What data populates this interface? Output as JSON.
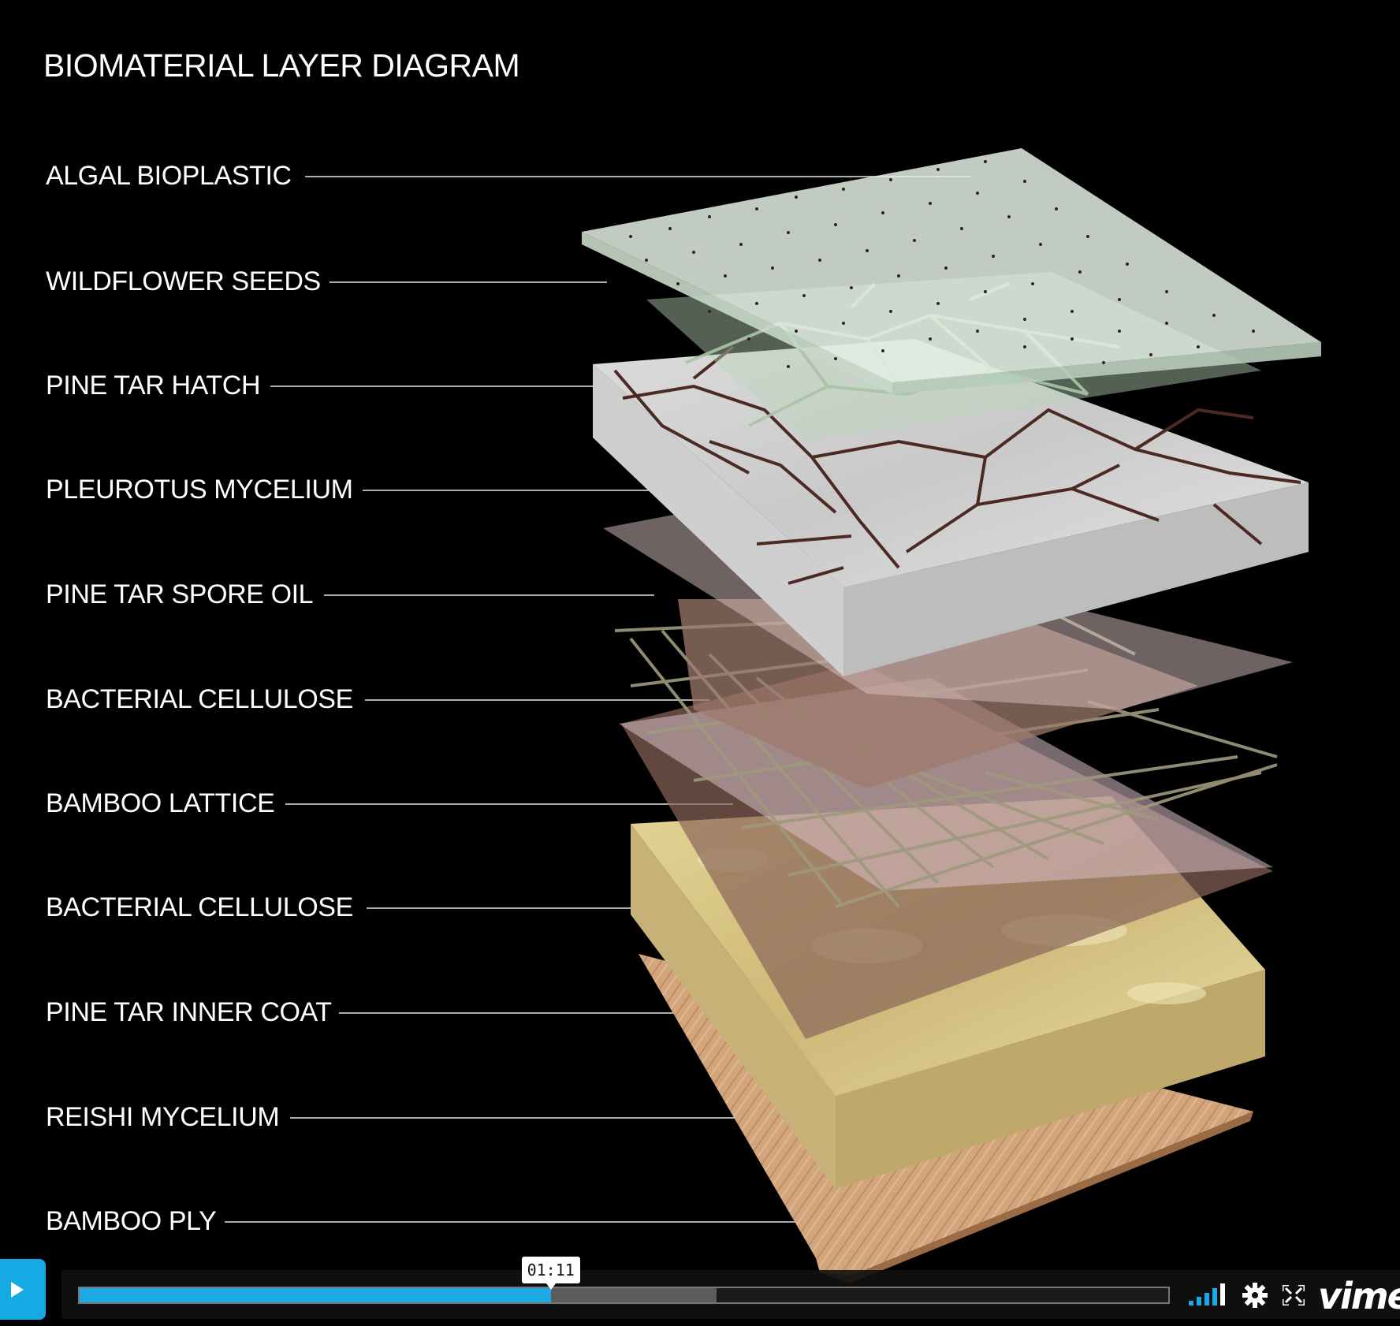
{
  "title": "BIOMATERIAL LAYER DIAGRAM",
  "layers": [
    {
      "label": "ALGAL BIOPLASTIC"
    },
    {
      "label": "WILDFLOWER SEEDS"
    },
    {
      "label": "PINE TAR HATCH"
    },
    {
      "label": "PLEUROTUS MYCELIUM"
    },
    {
      "label": "PINE TAR SPORE OIL"
    },
    {
      "label": "BACTERIAL CELLULOSE"
    },
    {
      "label": "BAMBOO LATTICE"
    },
    {
      "label": "BACTERIAL CELLULOSE"
    },
    {
      "label": "PINE TAR INNER COAT"
    },
    {
      "label": "REISHI MYCELIUM"
    },
    {
      "label": "BAMBOO PLY"
    }
  ],
  "player": {
    "current_time": "01:11",
    "played_fraction": 0.433,
    "loaded_fraction": 0.585,
    "brand": "vimeo",
    "accent_color": "#1fa8e6",
    "icons": {
      "play": "play-icon",
      "volume": "volume-bars-icon",
      "settings": "gear-icon",
      "fullscreen": "fullscreen-icon"
    }
  }
}
